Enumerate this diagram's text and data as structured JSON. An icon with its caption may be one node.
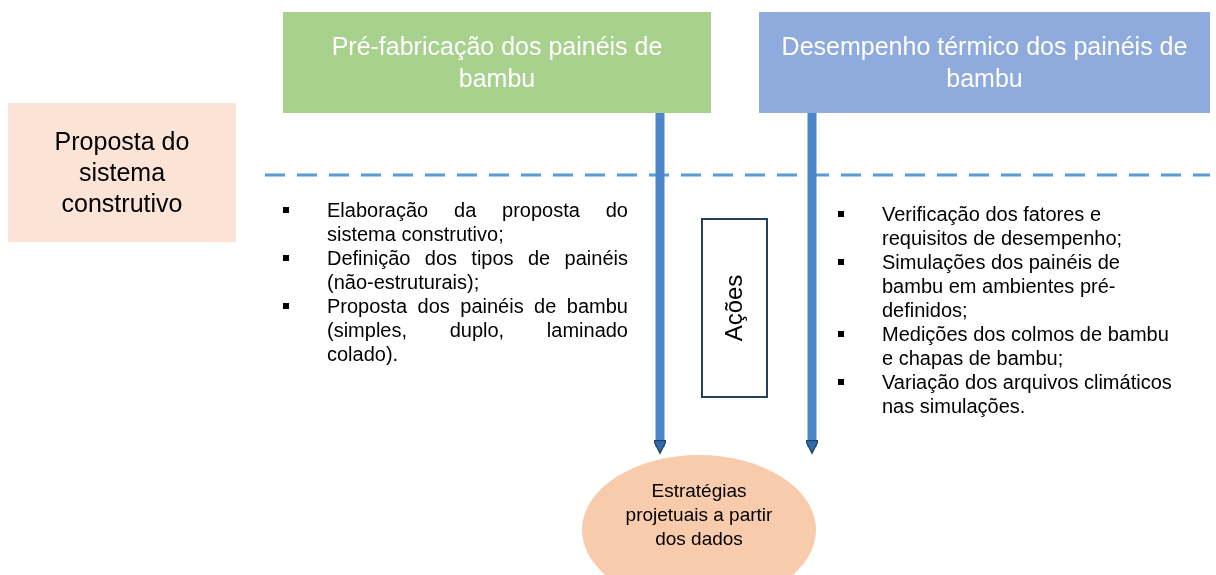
{
  "diagram": {
    "nodes": [
      {
        "text": [
          "Proposta do sistema construtivo"
        ]
      },
      {
        "text": [
          "Pré-fabricação dos painéis de bambu"
        ]
      },
      {
        "text": [
          "Desempenho térmico dos painéis de bambu"
        ]
      },
      {
        "text": [
          "Ações"
        ]
      },
      {
        "text": [
          "Estratégias projetuais a partir dos dados"
        ]
      }
    ],
    "edges": [
      {
        "from": 1,
        "to": 4,
        "arrow": "to"
      },
      {
        "from": 2,
        "to": 4,
        "arrow": "to"
      }
    ],
    "labels": [
      "Elaboração da proposta do sistema construtivo;",
      "Definição dos tipos de painéis (não-estruturais);",
      "Proposta dos painéis de bambu (simples, duplo, laminado colado).",
      "Verificação dos fatores e requisitos de desempenho;",
      "Simulações dos painéis de bambu em ambientes pré-definidos;",
      "Medições dos colmos de bambu e chapas de bambu;",
      "Variação dos arquivos climáticos nas simulações."
    ]
  }
}
